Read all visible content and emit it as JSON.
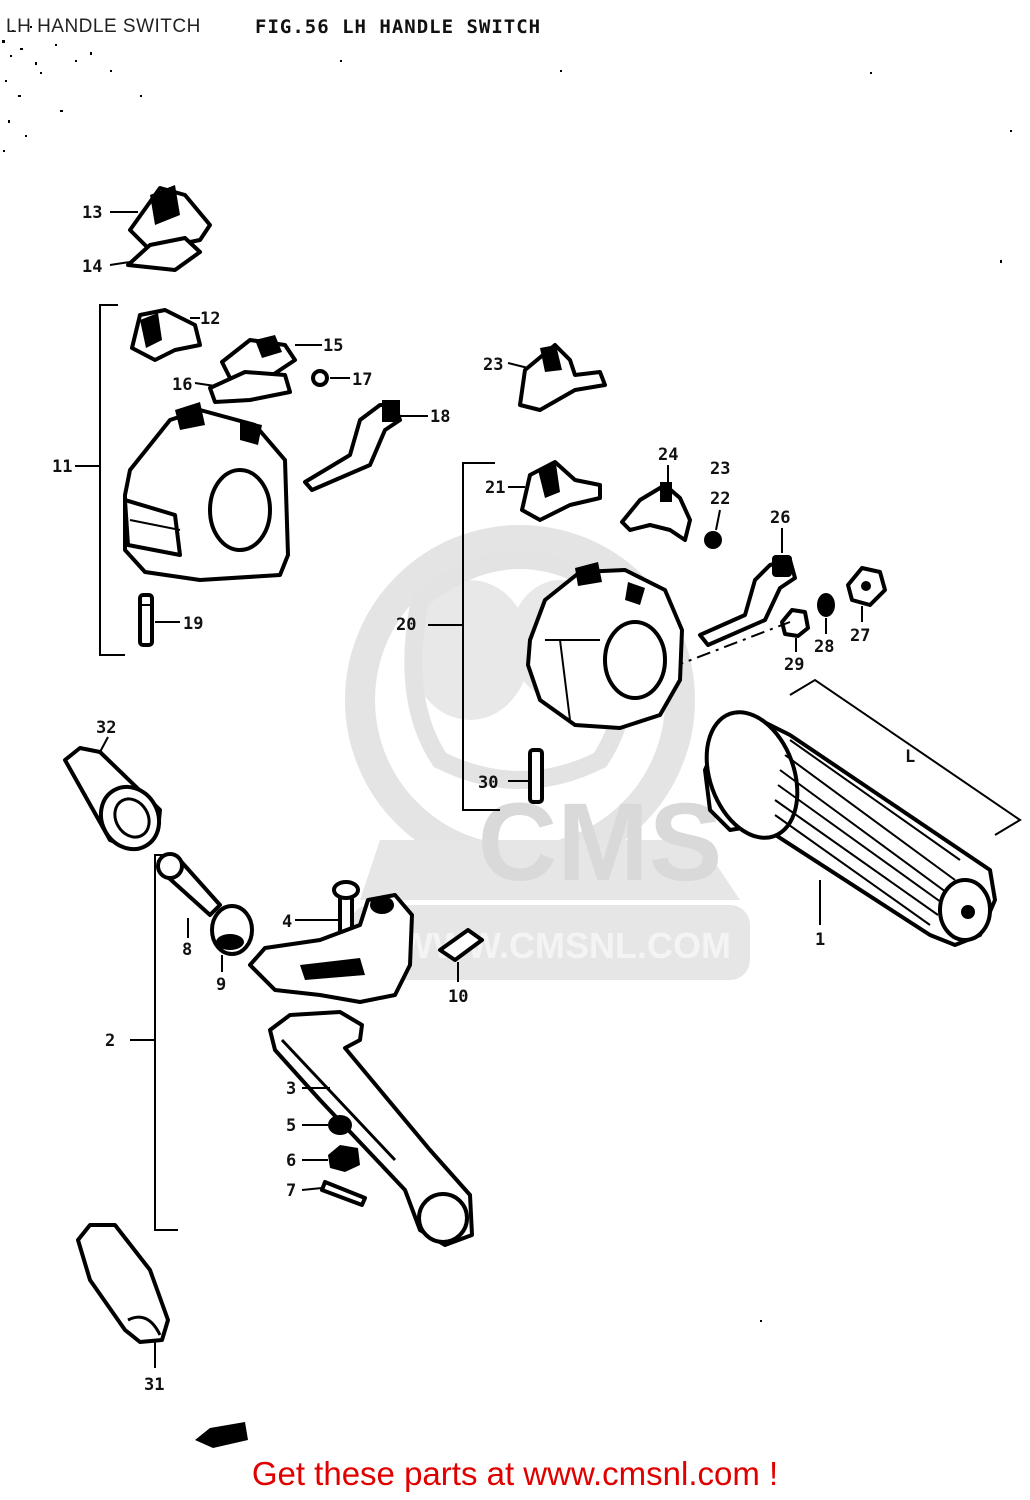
{
  "header": {
    "title": "LH HANDLE SWITCH",
    "figure_caption": "FIG.56  LH HANDLE SWITCH"
  },
  "watermark": {
    "brand": "CMS",
    "url": "WWW.CMSNL.COM"
  },
  "footer": {
    "promo": "Get these parts at www.cmsnl.com !"
  },
  "dimension_label": "L",
  "callouts": {
    "c1": "1",
    "c2": "2",
    "c3": "3",
    "c4": "4",
    "c5": "5",
    "c6": "6",
    "c7": "7",
    "c8": "8",
    "c9": "9",
    "c10": "10",
    "c11": "11",
    "c12": "12",
    "c13": "13",
    "c14": "14",
    "c15": "15",
    "c16": "16",
    "c17": "17",
    "c18": "18",
    "c19": "19",
    "c20": "20",
    "c21": "21",
    "c22": "22",
    "c23": "23",
    "c23b": "23",
    "c24": "24",
    "c26": "26",
    "c27": "27",
    "c28": "28",
    "c29": "29",
    "c30": "30",
    "c31": "31",
    "c32": "32"
  },
  "colors": {
    "footer_text": "#e00000",
    "watermark": "#d9d9d9",
    "line_art": "#000000"
  }
}
